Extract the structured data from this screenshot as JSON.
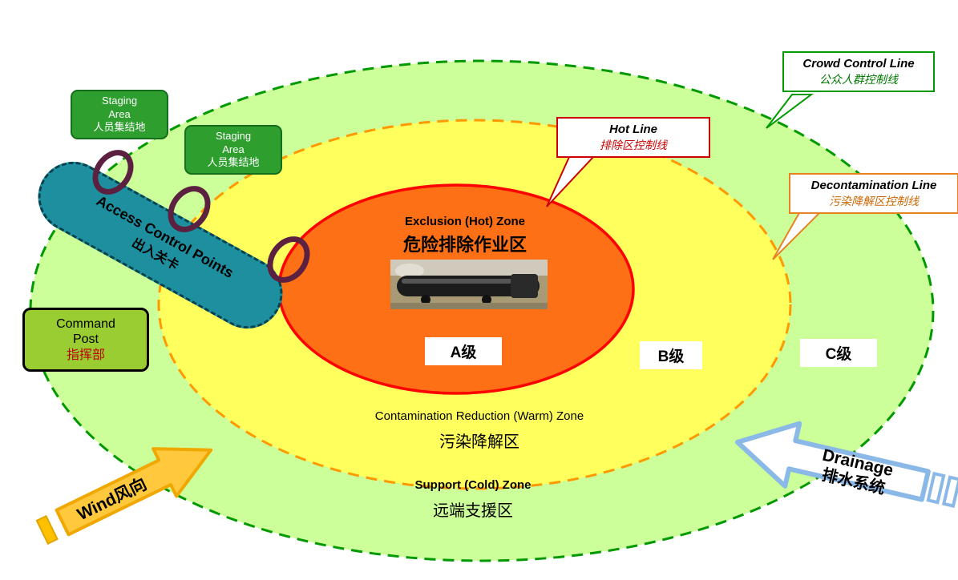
{
  "diagram": {
    "zones": {
      "hot": {
        "title_en": "Exclusion (Hot) Zone",
        "title_zh": "危险排除作业区",
        "level_label": "A级"
      },
      "warm": {
        "title_en": "Contamination Reduction (Warm) Zone",
        "title_zh": "污染降解区",
        "level_label": "B级"
      },
      "cold": {
        "title_en": "Support (Cold) Zone",
        "title_zh": "远端支援区",
        "level_label": "C级"
      }
    },
    "callouts": {
      "crowd_control": {
        "title_en": "Crowd Control Line",
        "title_zh": "公众人群控制线"
      },
      "hot_line": {
        "title_en": "Hot Line",
        "title_zh": "排除区控制线"
      },
      "decon_line": {
        "title_en": "Decontamination Line",
        "title_zh": "污染降解区控制线"
      }
    },
    "staging_area_1": {
      "line1": "Staging",
      "line2": "Area",
      "line3": "人员集结地"
    },
    "staging_area_2": {
      "line1": "Staging",
      "line2": "Area",
      "line3": "人员集结地"
    },
    "access_control": {
      "title_en": "Access Control Points",
      "title_zh": "出入关卡"
    },
    "command_post": {
      "line1": "Command",
      "line2": "Post",
      "line3": "指挥部"
    },
    "wind_arrow": {
      "label": "Wind风向"
    },
    "drainage_arrow": {
      "line1": "Drainage",
      "line2": "排水系统"
    }
  },
  "colors": {
    "cold_zone_fill": "#ccff99",
    "cold_zone_border": "#009900",
    "warm_zone_fill": "#ffff5e",
    "warm_zone_border": "#ff9900",
    "hot_zone_fill": "#fd7016",
    "hot_zone_border": "#ff0000",
    "access_band": "#1d8f9f",
    "staging_fill": "#2e9e2e",
    "command_fill": "#9acd32",
    "ring": "#5c2141",
    "wind_arrow": "#ffc000",
    "drainage_arrow": "#8ab9e8"
  }
}
